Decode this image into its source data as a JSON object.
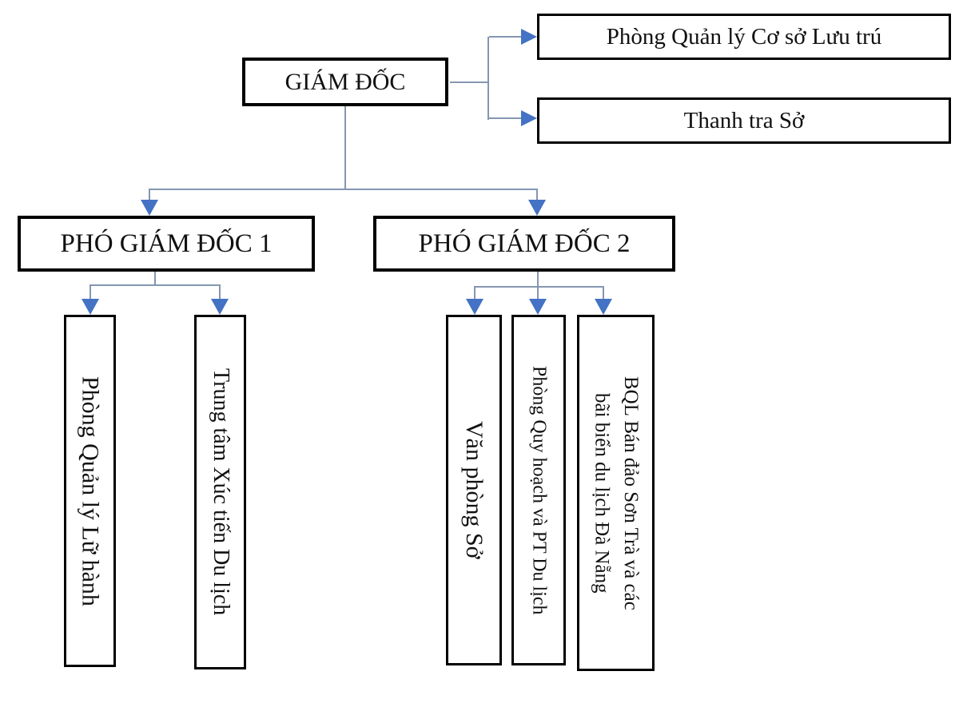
{
  "nodes": {
    "director": {
      "label": "GIÁM ĐỐC"
    },
    "staff": [
      {
        "label": "Phòng Quản lý Cơ sở Lưu trú"
      },
      {
        "label": "Thanh tra Sở"
      }
    ],
    "deputies": [
      {
        "label": "PHÓ GIÁM ĐỐC 1"
      },
      {
        "label": "PHÓ GIÁM ĐỐC 2"
      }
    ],
    "deputy1_units": [
      {
        "label": "Phòng Quản lý Lữ hành"
      },
      {
        "label": "Trung tâm Xúc tiến Du lịch"
      }
    ],
    "deputy2_units": [
      {
        "label": "Văn phòng Sở"
      },
      {
        "label": "Phòng Quy hoạch và PT Du lịch"
      },
      {
        "label": "BQL Bán đảo Sơn Trà và các\nbãi biển du lịch Đà Nẵng"
      }
    ]
  },
  "colors": {
    "connector_line": "#8496B0",
    "arrow": "#4472C4",
    "box_border": "#000000",
    "background": "#FFFFFF"
  }
}
